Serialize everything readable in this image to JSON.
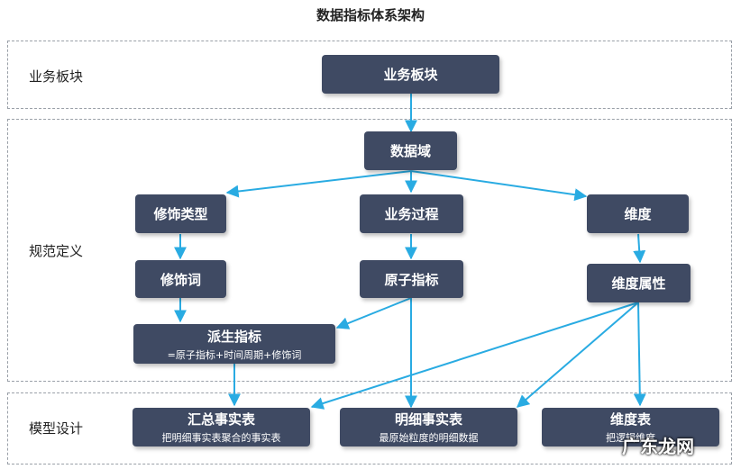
{
  "title": "数据指标体系架构",
  "sections": {
    "business": "业务板块",
    "spec": "规范定义",
    "model": "模型设计"
  },
  "nodes": {
    "business_block": "业务板块",
    "data_domain": "数据域",
    "modifier_type": "修饰类型",
    "business_process": "业务过程",
    "dimension": "维度",
    "modifier_word": "修饰词",
    "atomic_metric": "原子指标",
    "dimension_attr": "维度属性",
    "derived_metric": {
      "title": "派生指标",
      "sub": "=原子指标+时间周期+修饰词"
    },
    "summary_fact": {
      "title": "汇总事实表",
      "sub": "把明细事实表聚合的事实表"
    },
    "detail_fact": {
      "title": "明细事实表",
      "sub": "最原始粒度的明细数据"
    },
    "dimension_table": {
      "title": "维度表",
      "sub": "把逻辑维度"
    }
  },
  "watermark": "广东龙网",
  "colors": {
    "node_bg": "#3f4a63",
    "arrow": "#29abe2",
    "border": "#9aa0a8"
  }
}
